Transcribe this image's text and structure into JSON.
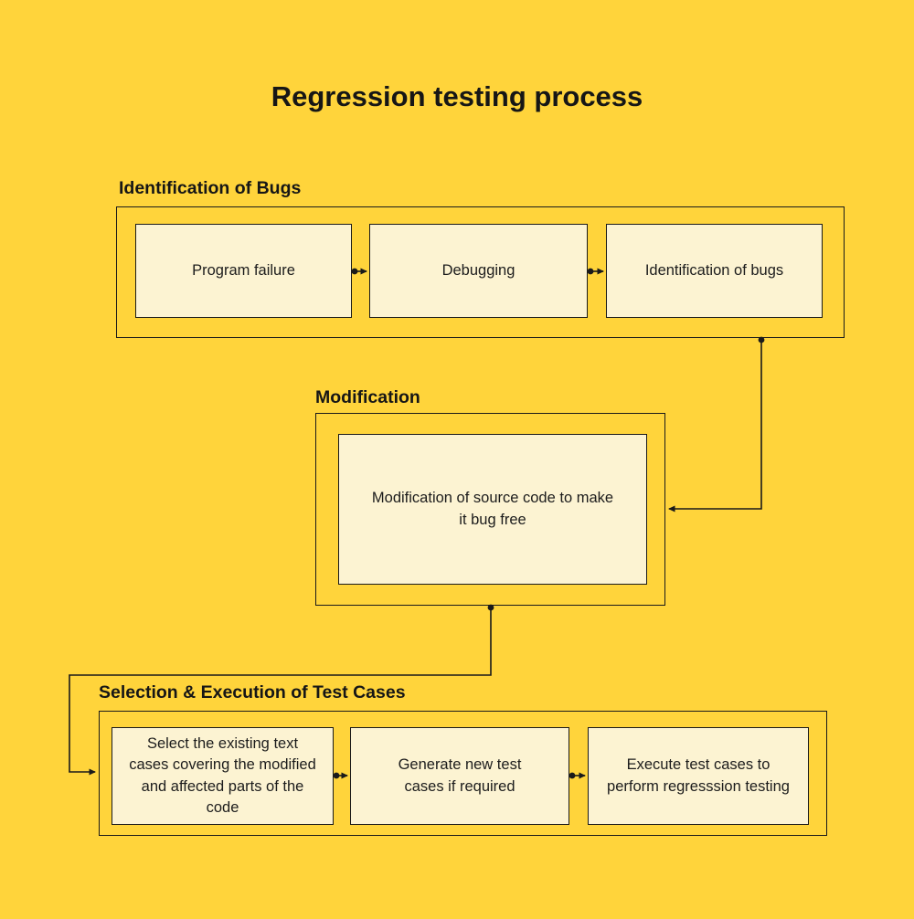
{
  "title": "Regression testing process",
  "colors": {
    "background": "#FFD43B",
    "box_fill": "#FCF3D2",
    "line": "#1A1A1A"
  },
  "sections": {
    "identification": {
      "label": "Identification of Bugs",
      "boxes": [
        {
          "label": "Program failure"
        },
        {
          "label": "Debugging"
        },
        {
          "label": "Identification of bugs"
        }
      ]
    },
    "modification": {
      "label": "Modification",
      "boxes": [
        {
          "label": "Modification of source code to make it bug free"
        }
      ]
    },
    "selection": {
      "label": "Selection & Execution of Test Cases",
      "boxes": [
        {
          "label": "Select the existing text cases covering the modified and affected parts of the code"
        },
        {
          "label": "Generate new test cases if required"
        },
        {
          "label": "Execute test cases to perform regresssion testing"
        }
      ]
    }
  }
}
